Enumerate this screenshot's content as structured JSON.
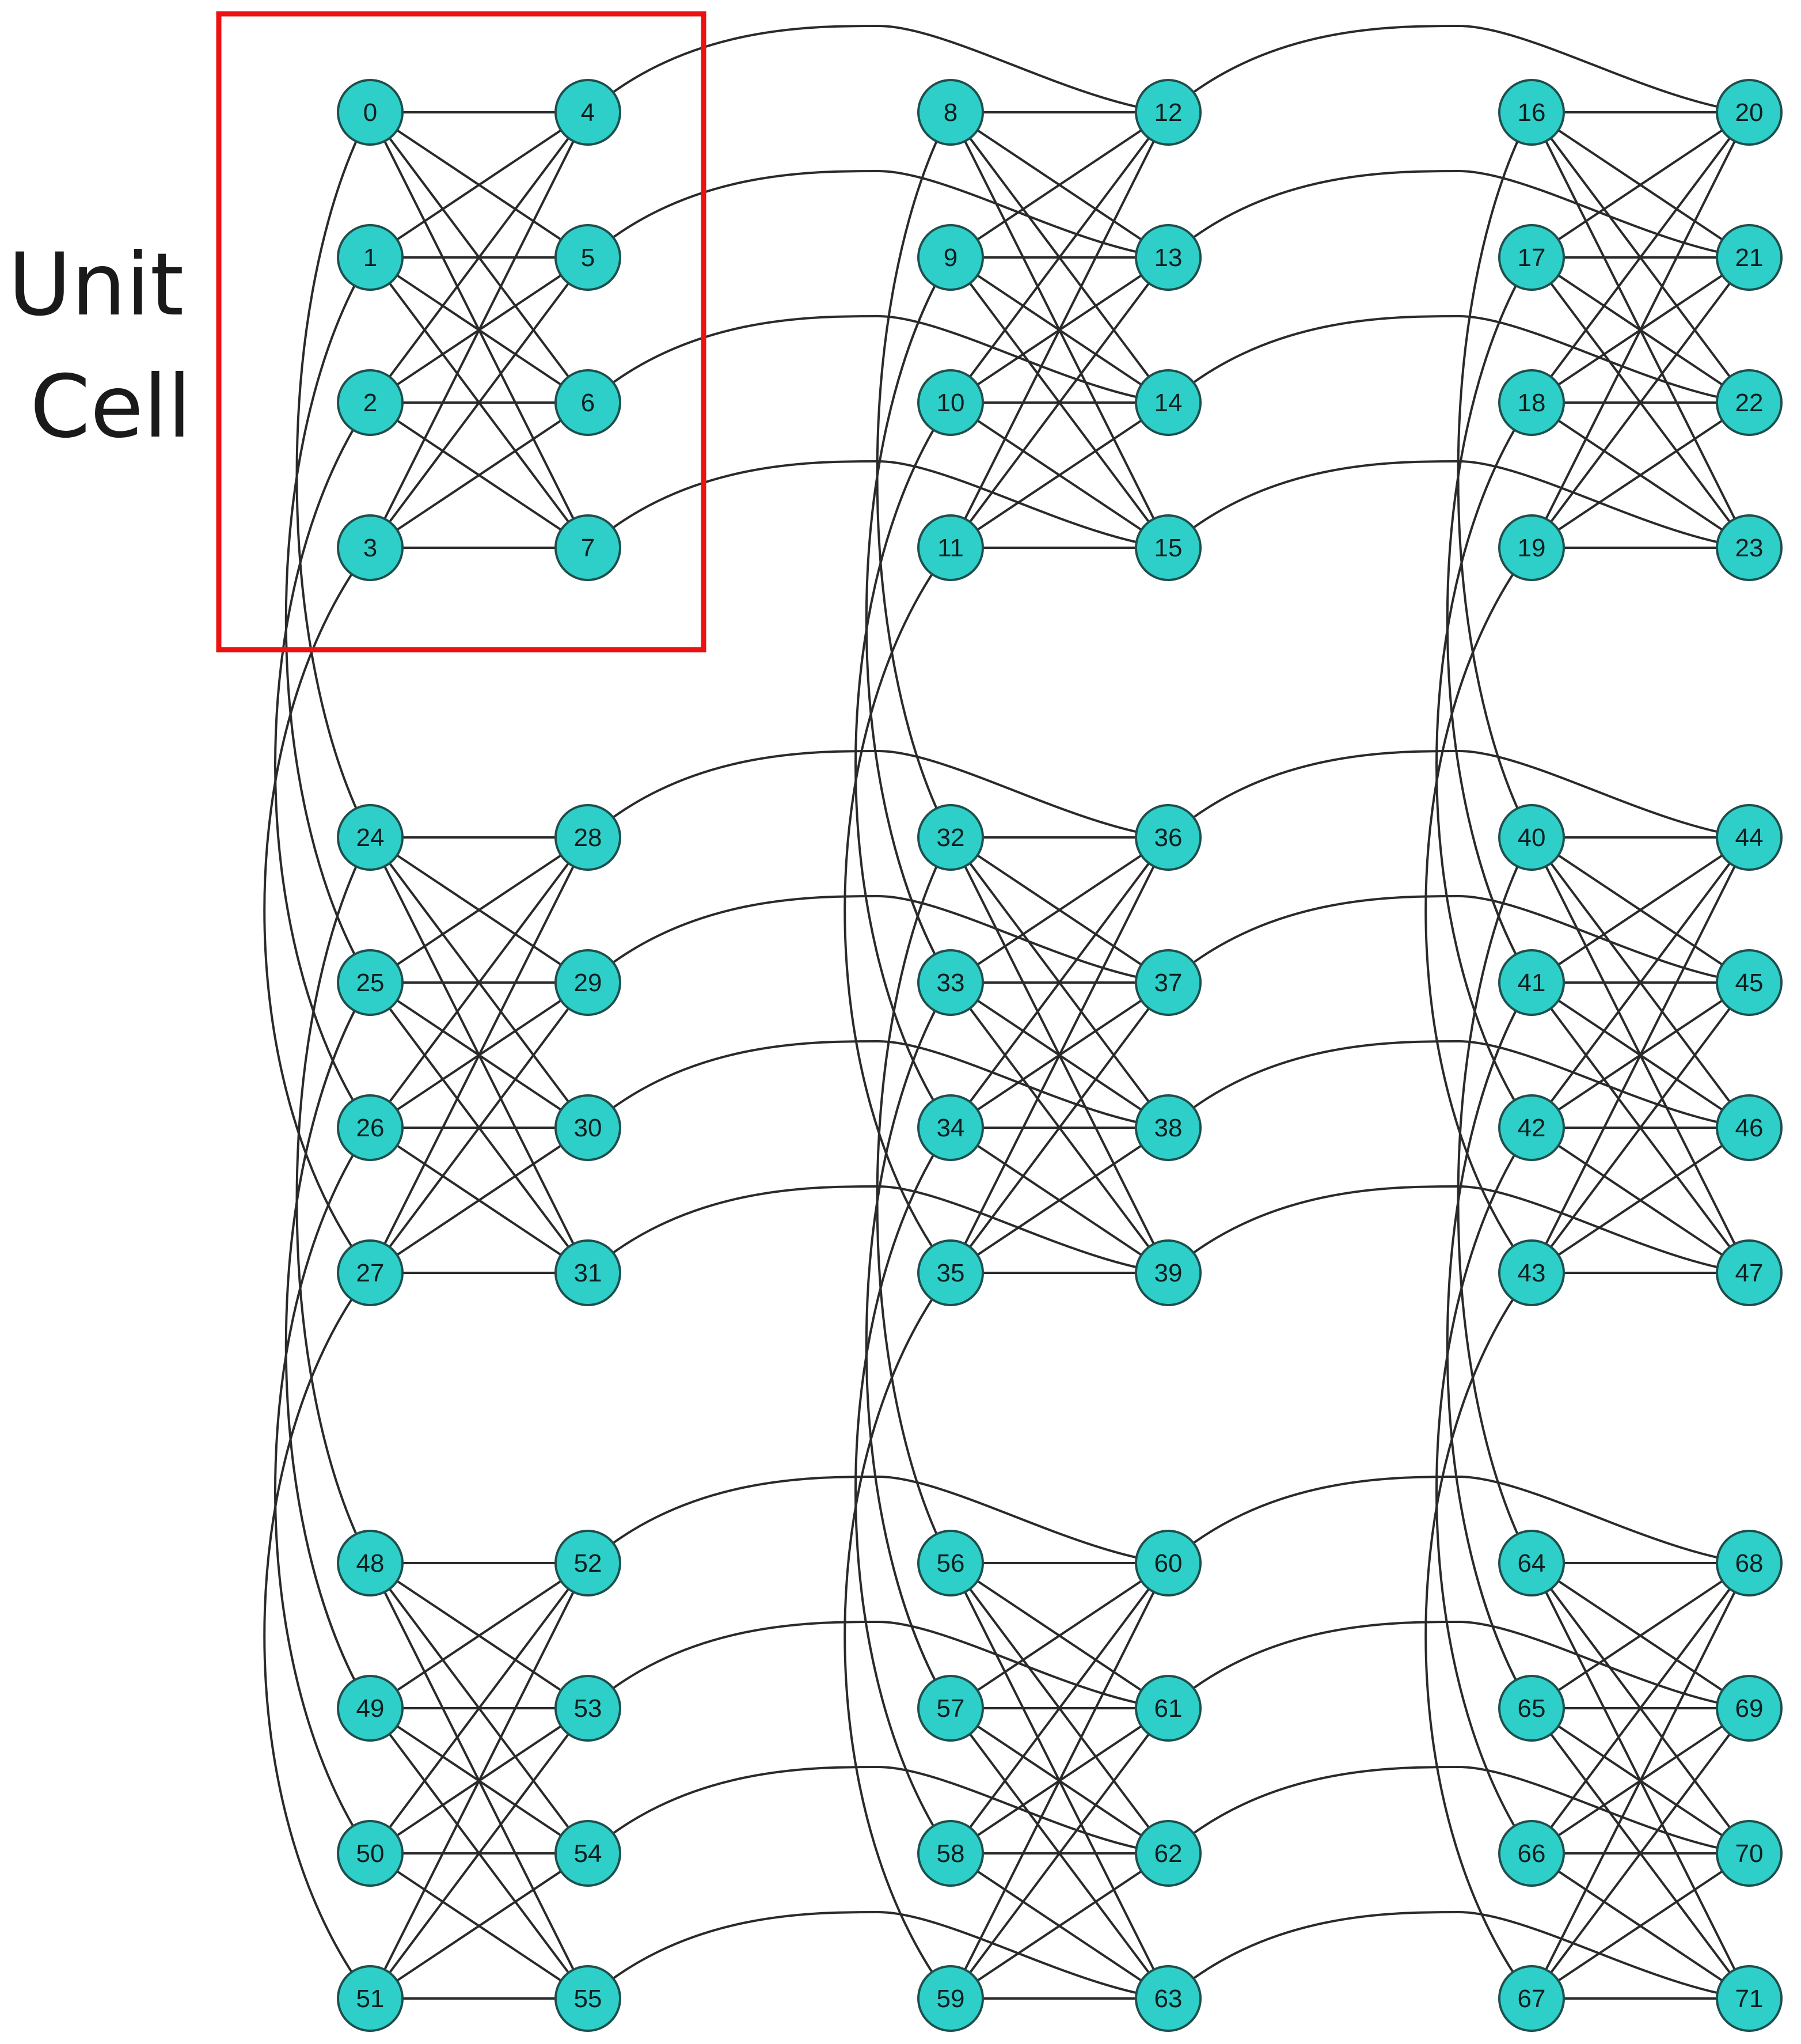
{
  "label": {
    "line1": "Unit",
    "line2": "Cell"
  },
  "highlight_color": "#ee1111",
  "node_color": "#2ecfc9",
  "node_stroke": "#1f4f4d",
  "edge_color": "#2a2a2a",
  "grid": {
    "rows": 3,
    "cols": 3,
    "cell_size": 8,
    "nodes_per_side": 4
  },
  "highlighted_cell": {
    "row": 0,
    "col": 0,
    "nodes": [
      "0",
      "1",
      "2",
      "3",
      "4",
      "5",
      "6",
      "7"
    ]
  },
  "nodes": [
    "0",
    "1",
    "2",
    "3",
    "4",
    "5",
    "6",
    "7",
    "8",
    "9",
    "10",
    "11",
    "12",
    "13",
    "14",
    "15",
    "16",
    "17",
    "18",
    "19",
    "20",
    "21",
    "22",
    "23",
    "24",
    "25",
    "26",
    "27",
    "28",
    "29",
    "30",
    "31",
    "32",
    "33",
    "34",
    "35",
    "36",
    "37",
    "38",
    "39",
    "40",
    "41",
    "42",
    "43",
    "44",
    "45",
    "46",
    "47",
    "48",
    "49",
    "50",
    "51",
    "52",
    "53",
    "54",
    "55",
    "56",
    "57",
    "58",
    "59",
    "60",
    "61",
    "62",
    "63",
    "64",
    "65",
    "66",
    "67",
    "68",
    "69",
    "70",
    "71"
  ]
}
